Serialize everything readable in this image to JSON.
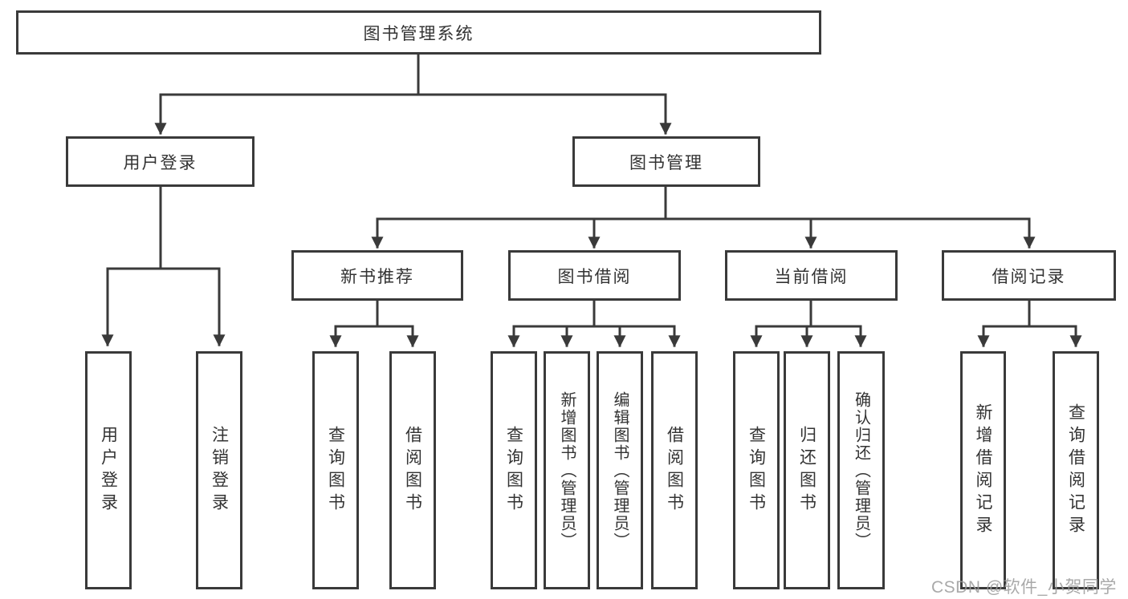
{
  "diagram": {
    "title_node": {
      "label": "图书管理系统"
    },
    "level2": [
      {
        "label": "用户登录"
      },
      {
        "label": "图书管理"
      }
    ],
    "level3": [
      {
        "label": "新书推荐"
      },
      {
        "label": "图书借阅"
      },
      {
        "label": "当前借阅"
      },
      {
        "label": "借阅记录"
      }
    ],
    "leaves": [
      {
        "label": "用户登录"
      },
      {
        "label": "注销登录"
      },
      {
        "label": "查询图书"
      },
      {
        "label": "借阅图书"
      },
      {
        "label": "查询图书"
      },
      {
        "label": "新增图书（管理员）"
      },
      {
        "label": "编辑图书（管理员）"
      },
      {
        "label": "借阅图书"
      },
      {
        "label": "查询图书"
      },
      {
        "label": "归还图书"
      },
      {
        "label": "确认归还（管理员）"
      },
      {
        "label": "新增借阅记录"
      },
      {
        "label": "查询借阅记录"
      }
    ]
  },
  "watermark": {
    "text": "CSDN @软件_小贺同学"
  },
  "colors": {
    "line": "#3a3a3a",
    "text": "#333333",
    "watermark": "#9b9b9b",
    "background": "#ffffff"
  }
}
